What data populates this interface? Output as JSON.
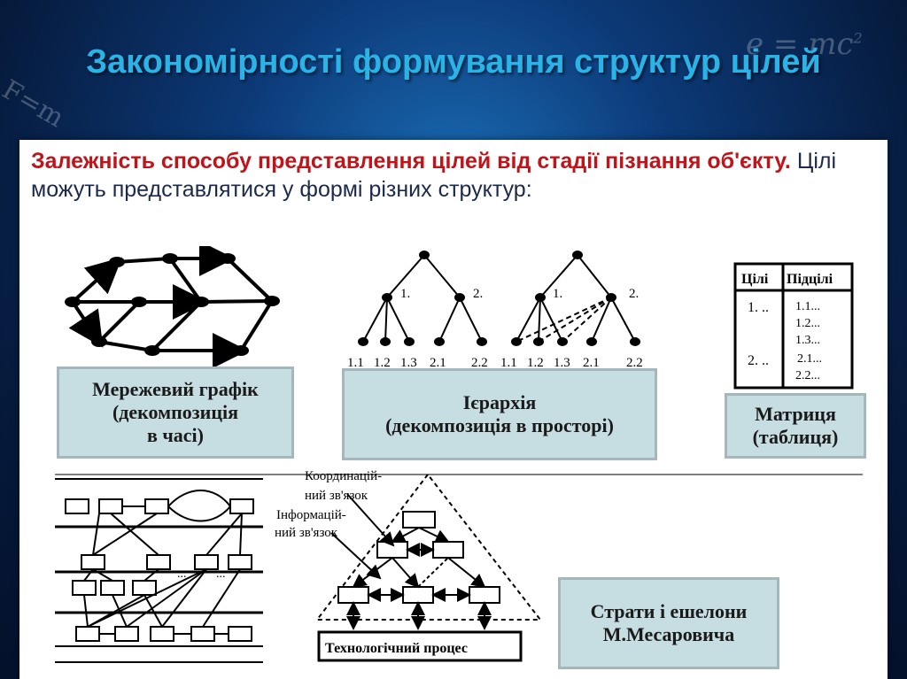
{
  "slide": {
    "title": "Закономірності формування структур цілей",
    "lead_bold": "Залежність способу представлення цілей від стадії пізнання об'єкту.",
    "lead_rest": " Цілі можуть представлятися у формі різних структур:",
    "bg_formula": "e = mc"
  },
  "figure": {
    "network_label": [
      "Мережевий графік",
      "(декомпозиція",
      "в часі)"
    ],
    "hierarchy_label": [
      "Ієрархія",
      "(декомпозиція в просторі)"
    ],
    "matrix_label": [
      "Матриця",
      "(таблиця)"
    ],
    "strata_label": [
      "Страти і ешелони",
      "М.Месаровича"
    ],
    "tree_node_1": "1.",
    "tree_node_2": "2.",
    "leaves": [
      "1.1",
      "1.2",
      "1.3",
      "2.1",
      "2.2"
    ],
    "matrix": {
      "col1": "Цілі",
      "col2": "Підцілі",
      "goals": [
        "1. ..",
        "2. .."
      ],
      "subgoals": [
        "1.1...",
        "1.2...",
        "1.3...",
        "2.1...",
        "2.2..."
      ]
    },
    "coord_link": [
      "Координацій-",
      "ний зв'язок"
    ],
    "info_link": [
      "Інформацій-",
      "ний зв'язок"
    ],
    "tech_process": "Технологічний процес",
    "dots": "..."
  }
}
